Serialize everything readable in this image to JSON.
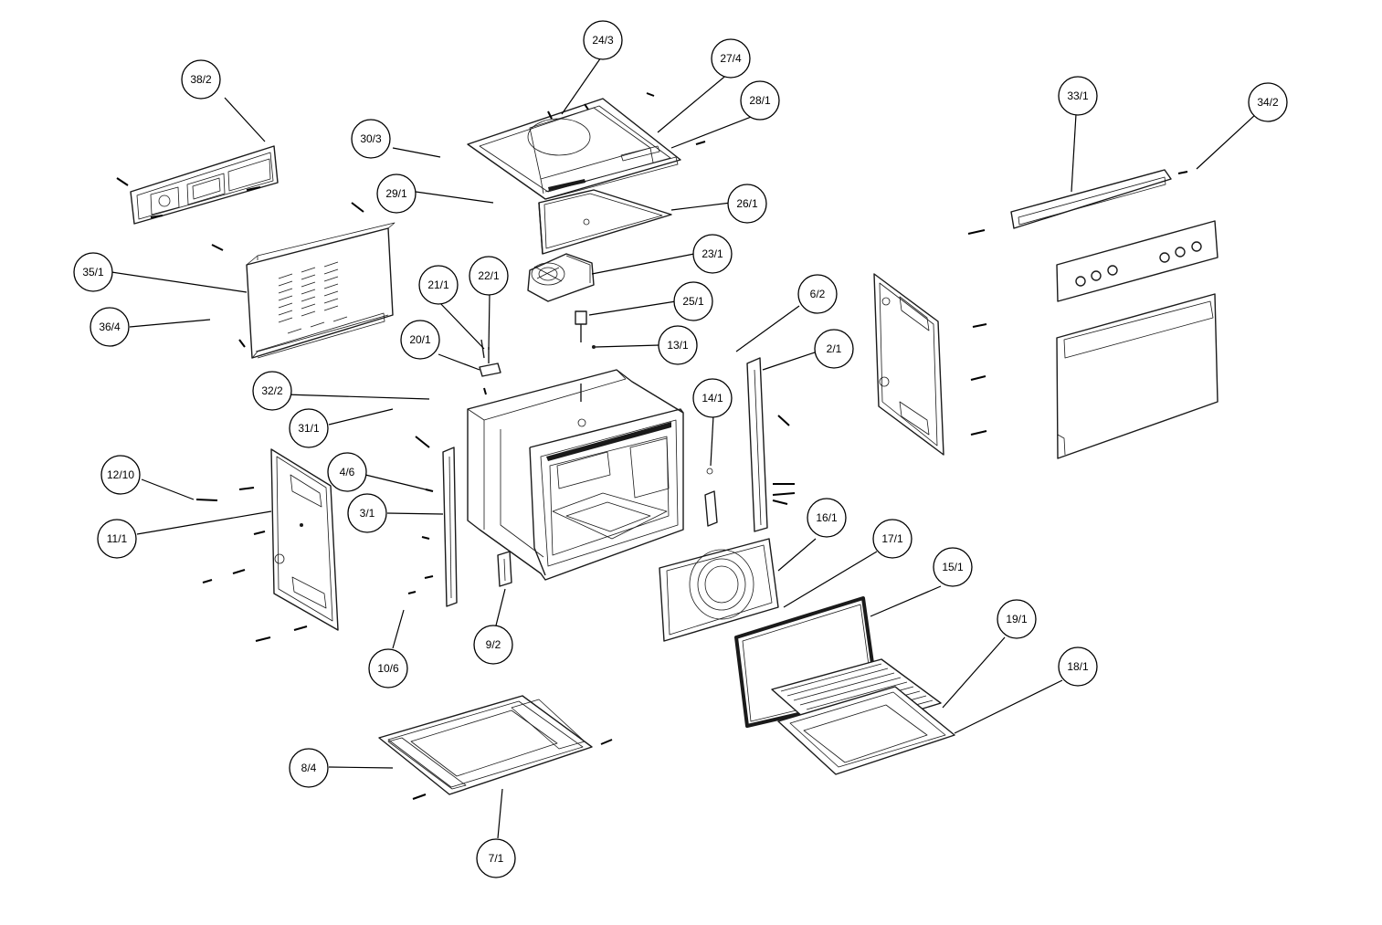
{
  "callouts": [
    {
      "id": "24_3",
      "label": "24/3"
    },
    {
      "id": "27_4",
      "label": "27/4"
    },
    {
      "id": "28_1",
      "label": "28/1"
    },
    {
      "id": "30_3",
      "label": "30/3"
    },
    {
      "id": "38_2",
      "label": "38/2"
    },
    {
      "id": "33_1",
      "label": "33/1"
    },
    {
      "id": "34_2",
      "label": "34/2"
    },
    {
      "id": "29_1",
      "label": "29/1"
    },
    {
      "id": "26_1",
      "label": "26/1"
    },
    {
      "id": "23_1",
      "label": "23/1"
    },
    {
      "id": "35_1",
      "label": "35/1"
    },
    {
      "id": "36_4",
      "label": "36/4"
    },
    {
      "id": "21_1",
      "label": "21/1"
    },
    {
      "id": "22_1",
      "label": "22/1"
    },
    {
      "id": "25_1",
      "label": "25/1"
    },
    {
      "id": "20_1",
      "label": "20/1"
    },
    {
      "id": "13_1",
      "label": "13/1"
    },
    {
      "id": "6_2",
      "label": "6/2"
    },
    {
      "id": "2_1",
      "label": "2/1"
    },
    {
      "id": "32_2",
      "label": "32/2"
    },
    {
      "id": "14_1",
      "label": "14/1"
    },
    {
      "id": "31_1",
      "label": "31/1"
    },
    {
      "id": "12_10",
      "label": "12/10"
    },
    {
      "id": "4_6",
      "label": "4/6"
    },
    {
      "id": "3_1",
      "label": "3/1"
    },
    {
      "id": "11_1",
      "label": "11/1"
    },
    {
      "id": "16_1",
      "label": "16/1"
    },
    {
      "id": "17_1",
      "label": "17/1"
    },
    {
      "id": "15_1",
      "label": "15/1"
    },
    {
      "id": "19_1",
      "label": "19/1"
    },
    {
      "id": "18_1",
      "label": "18/1"
    },
    {
      "id": "9_2",
      "label": "9/2"
    },
    {
      "id": "10_6",
      "label": "10/6"
    },
    {
      "id": "8_4",
      "label": "8/4"
    },
    {
      "id": "7_1",
      "label": "7/1"
    }
  ]
}
